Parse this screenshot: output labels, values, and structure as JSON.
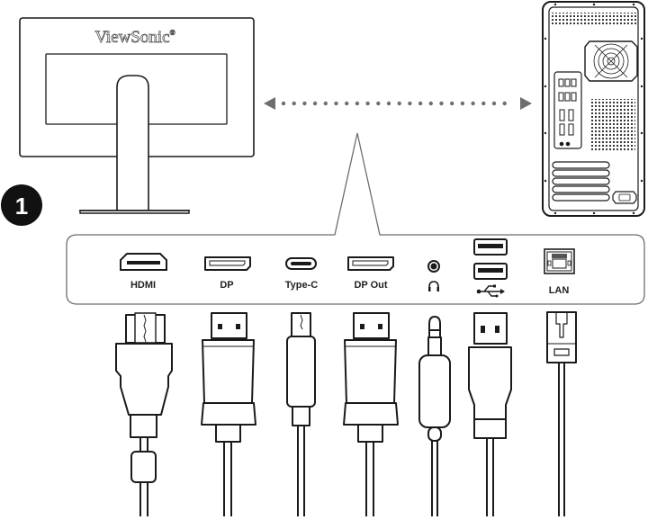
{
  "step": {
    "number": "1"
  },
  "monitor": {
    "brand": "ViewSonic",
    "registered_mark": "®"
  },
  "connection_arrow": {
    "style": "dotted-bidirectional",
    "color": "#6d6e71"
  },
  "ports": [
    {
      "id": "hdmi",
      "label": "HDMI",
      "icon": "hdmi-port-icon"
    },
    {
      "id": "dp",
      "label": "DP",
      "icon": "displayport-icon"
    },
    {
      "id": "typec",
      "label": "Type-C",
      "icon": "usb-c-port-icon"
    },
    {
      "id": "dpout",
      "label": "DP Out",
      "icon": "displayport-out-icon"
    },
    {
      "id": "audio",
      "label": "",
      "icon": "headphone-jack-icon",
      "symbol": "headphones-icon"
    },
    {
      "id": "usb",
      "label": "",
      "icon": "usb-a-ports-icon",
      "symbol": "usb-trident-icon"
    },
    {
      "id": "lan",
      "label": "LAN",
      "icon": "rj45-port-icon"
    }
  ],
  "cables": [
    {
      "id": "hdmi",
      "name": "HDMI cable"
    },
    {
      "id": "dp",
      "name": "DisplayPort cable"
    },
    {
      "id": "typec",
      "name": "USB Type-C cable"
    },
    {
      "id": "dpout",
      "name": "DisplayPort out cable"
    },
    {
      "id": "audio",
      "name": "3.5mm audio cable"
    },
    {
      "id": "usb",
      "name": "USB-A cable"
    },
    {
      "id": "lan",
      "name": "Ethernet RJ45 cable"
    }
  ],
  "colors": {
    "line": "#1a1a1a",
    "callout": "#6d6e71",
    "badge": "#111111"
  }
}
